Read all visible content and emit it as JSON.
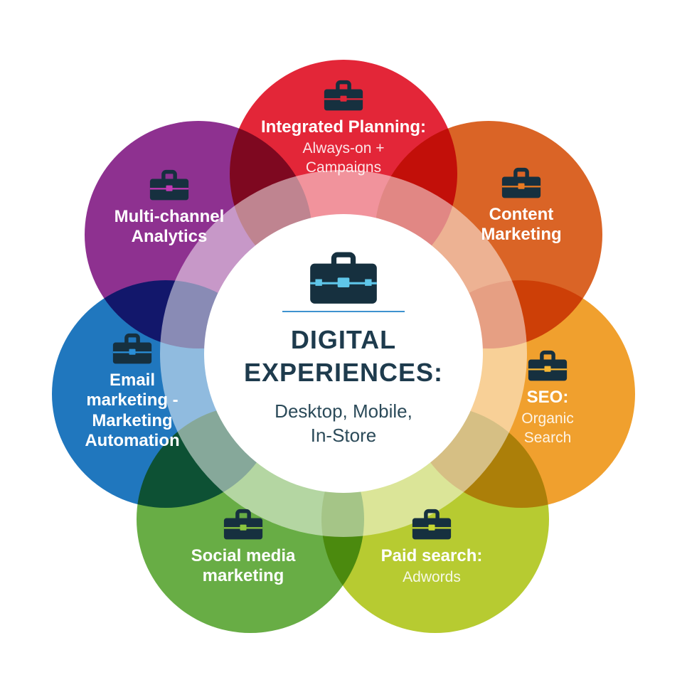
{
  "icon_body_color": "#16303f",
  "center": {
    "icon": "toolbox-icon",
    "title": "DIGITAL\nEXPERIENCES:",
    "subtitle": "Desktop, Mobile,\nIn-Store",
    "title_color": "#1e3b4d",
    "subtitle_color": "#2b4a59",
    "icon_accent_color": "#5fc6e9",
    "divider_color": "#3e92cf",
    "background_color": "#ffffff"
  },
  "petals": [
    {
      "name": "integrated-planning",
      "title": "Integrated Planning:",
      "subtitle": "Always-on +\nCampaigns",
      "color": "#e32638",
      "icon_accent": "#e32638"
    },
    {
      "name": "content-marketing",
      "title": "Content\nMarketing",
      "subtitle": "",
      "color": "#da6426",
      "icon_accent": "#e87b22"
    },
    {
      "name": "seo",
      "title": "SEO:",
      "subtitle": "Organic\nSearch",
      "color": "#f0a02e",
      "icon_accent": "#f7b733"
    },
    {
      "name": "paid-search",
      "title": "Paid search:",
      "subtitle": "Adwords",
      "color": "#b7cb31",
      "icon_accent": "#c6d832"
    },
    {
      "name": "social-media-marketing",
      "title": "Social media\nmarketing",
      "subtitle": "",
      "color": "#68ad45",
      "icon_accent": "#8bc63f"
    },
    {
      "name": "email-marketing-automation",
      "title": "Email\nmarketing -\nMarketing\nAutomation",
      "subtitle": "",
      "color": "#2077be",
      "icon_accent": "#2a8fd8"
    },
    {
      "name": "multi-channel-analytics",
      "title": "Multi-channel\nAnalytics",
      "subtitle": "",
      "color": "#8e3190",
      "icon_accent": "#c238b5"
    }
  ]
}
